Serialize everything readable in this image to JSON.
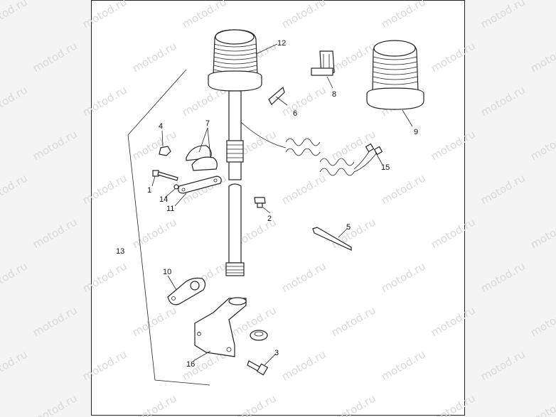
{
  "watermark": "motod.ru",
  "callouts": {
    "p1": "1",
    "p2": "2",
    "p3": "3",
    "p4": "4",
    "p5": "5",
    "p6": "6",
    "p7": "7",
    "p8": "8",
    "p9": "9",
    "p10": "10",
    "p11": "11",
    "p12": "12",
    "p13": "13",
    "p14": "14",
    "p15": "15",
    "p16": "16"
  }
}
